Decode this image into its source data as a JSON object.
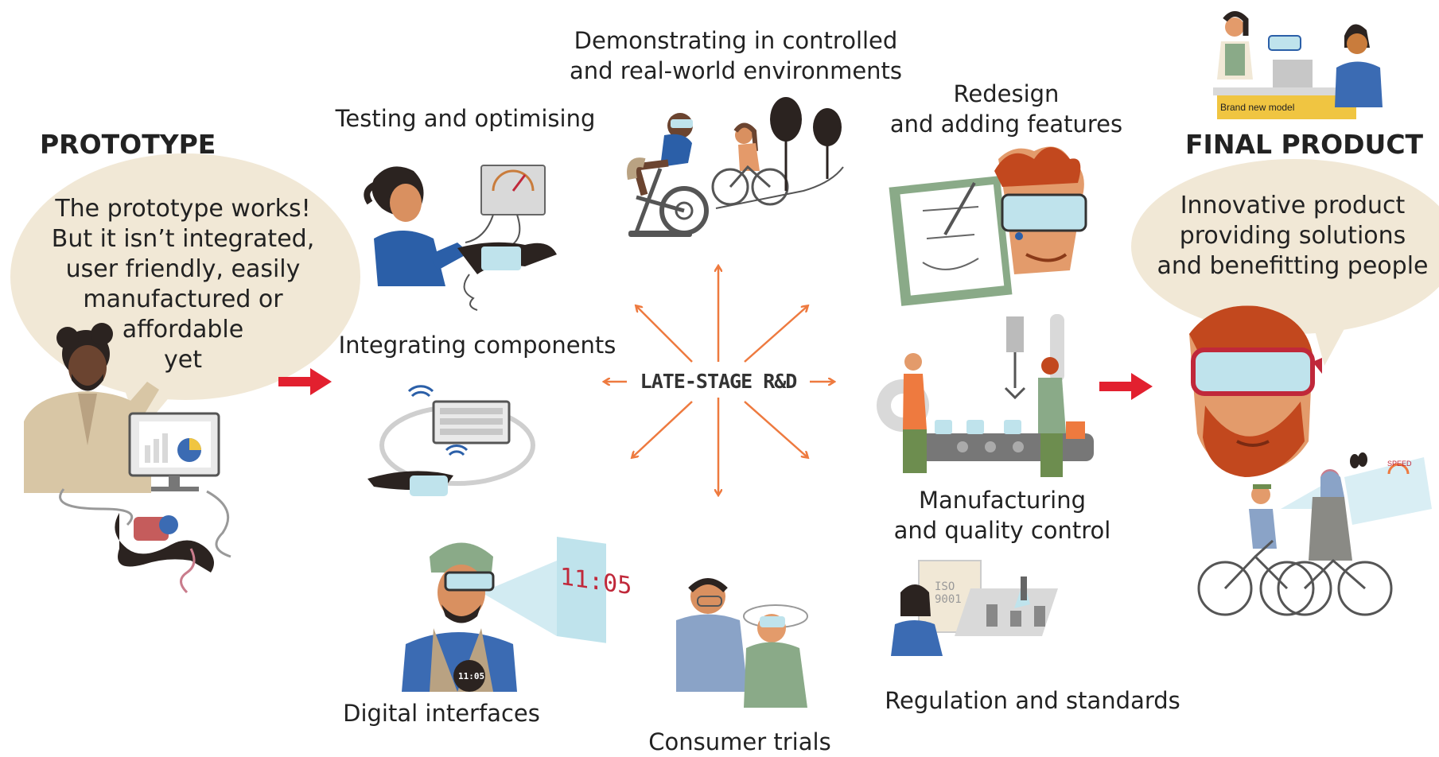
{
  "prototype": {
    "title": "PROTOTYPE",
    "bubble_lines": [
      "The prototype works!",
      "But it isn’t integrated,",
      "user friendly, easily",
      "manufactured or",
      "affordable",
      "yet"
    ]
  },
  "final_product": {
    "title": "FINAL PRODUCT",
    "bubble_lines": [
      "Innovative product",
      "providing solutions",
      "and benefitting people"
    ],
    "shop_badge": "Brand new model",
    "speed_label": "SPEED"
  },
  "center": {
    "label": "LATE-STAGE R&D"
  },
  "steps": {
    "demonstrating": [
      "Demonstrating in controlled",
      "and real-world environments"
    ],
    "testing": "Testing and optimising",
    "redesign": [
      "Redesign",
      "and adding features"
    ],
    "integrating": "Integrating components",
    "manufacturing": [
      "Manufacturing",
      "and quality control"
    ],
    "digital": "Digital interfaces",
    "consumer": "Consumer trials",
    "regulation": "Regulation and standards"
  },
  "digital_clock": "11:05",
  "watch_time": "11:05",
  "iso_sign": [
    "ISO",
    "9001"
  ],
  "colors": {
    "arrow_red": "#e2202f",
    "star_orange": "#ee7a3f",
    "bubble_beige": "#f1e8d6",
    "lens_blue": "#bfe3ec",
    "skin_dark": "#6b4430",
    "skin_mid": "#d99060"
  }
}
